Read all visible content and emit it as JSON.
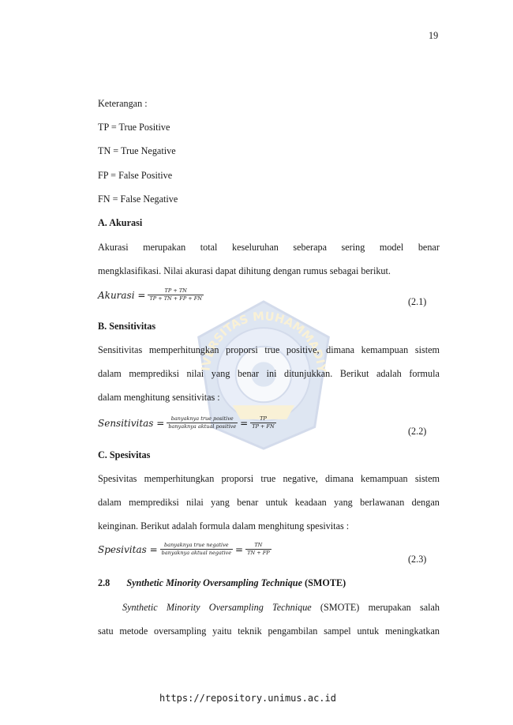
{
  "page_number": "19",
  "keterangan": "Keterangan :",
  "tp": "TP = True Positive",
  "tn": "TN = True Negative",
  "fp": "FP = False Positive",
  "fn": "FN = False Negative",
  "akurasi": {
    "heading": "A. Akurasi",
    "line1_words": [
      "Akurasi",
      "merupakan",
      "total",
      "keseluruhan",
      "seberapa",
      "sering",
      "model",
      "benar"
    ],
    "line2": "mengklasifikasi. Nilai akurasi dapat dihitung dengan rumus sebagai berikut.",
    "eq_lhs": "Akurasi =",
    "eq_num": "TP + TN",
    "eq_den": "TP + TN + FP + FN",
    "eq_label": "(2.1)"
  },
  "sensitivitas": {
    "heading": "B. Sensitivitas",
    "line1_words": [
      "Sensitivitas",
      "memperhitungkan",
      "proporsi",
      "true",
      "positive,",
      "dimana",
      "kemampuan",
      "sistem"
    ],
    "line2_words": [
      "dalam",
      "memprediksi",
      "nilai",
      "yang",
      "benar",
      "ini",
      "ditunjukkan.",
      "Berikut",
      "adalah",
      "formula"
    ],
    "line3": "dalam menghitung sensitivitas :",
    "eq_lhs": "Sensitivitas =",
    "eq_num1": "banyaknya true positive",
    "eq_den1": "banyaknya aktual positive",
    "eq_eq": "=",
    "eq_num2": "TP",
    "eq_den2": "TP + FN",
    "eq_label": "(2.2)"
  },
  "spesivitas": {
    "heading": "C. Spesivitas",
    "line1_words": [
      "Spesivitas",
      "memperhitungkan",
      "proporsi",
      "true",
      "negative,",
      "dimana",
      "kemampuan",
      "sistem"
    ],
    "line2_words": [
      "dalam",
      "memprediksi",
      "nilai",
      "yang",
      "benar",
      "untuk",
      "keadaan",
      "yang",
      "berlawanan",
      "dengan"
    ],
    "line3": "keinginan. Berikut adalah formula dalam menghitung spesivitas :",
    "eq_lhs": "Spesivitas =",
    "eq_num1": "banyaknya true negative",
    "eq_den1": "banyaknya aktual negative",
    "eq_eq": "=",
    "eq_num2": "TN",
    "eq_den2": "TN + FP",
    "eq_label": "(2.3)"
  },
  "smote": {
    "number": "2.8",
    "title_italic": "Synthetic Minority Oversampling Technique",
    "title_abbr": "(SMOTE)",
    "line1_italic_words": [
      "Synthetic",
      "Minority",
      "Oversampling",
      "Technique"
    ],
    "line1_rest_words": [
      "(SMOTE)",
      "merupakan",
      "salah"
    ],
    "line2_words": [
      "satu",
      "metode",
      "oversampling",
      "yaitu",
      "teknik",
      "pengambilan",
      "sampel",
      "untuk",
      "meningkatkan"
    ]
  },
  "watermark_text": "UNIVERSITAS MUHAMMADIYAH",
  "footer_url": "https://repository.unimus.ac.id"
}
